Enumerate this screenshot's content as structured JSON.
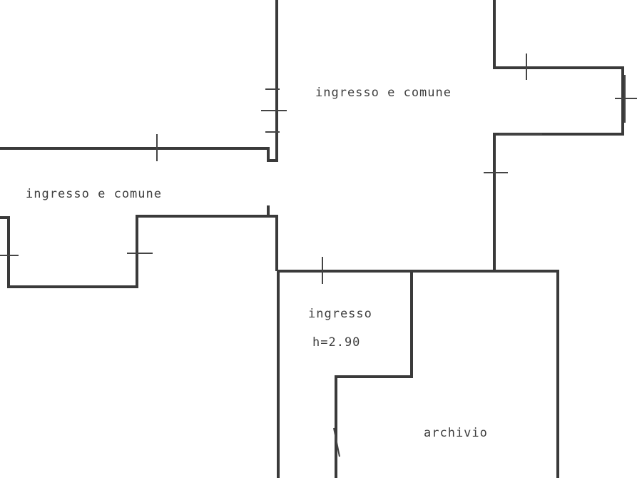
{
  "rooms": {
    "upper_corridor": "ingresso e comune",
    "left_corridor": "ingresso e comune",
    "entrance": "ingresso",
    "entrance_height": "h=2.90",
    "archive": "archivio"
  },
  "colors": {
    "wall": "#3a3a3a",
    "background": "#ffffff"
  }
}
